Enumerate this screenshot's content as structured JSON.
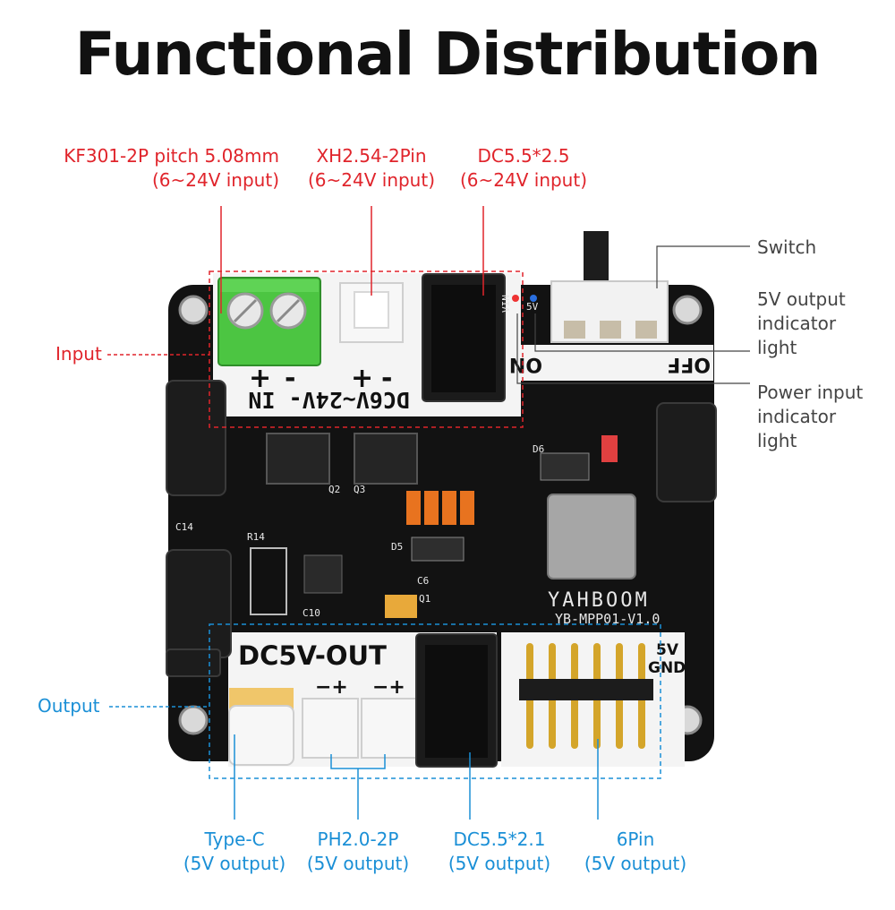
{
  "title": "Functional Distribution",
  "top_labels": [
    {
      "line1": "KF301-2P pitch 5.08mm",
      "line2": "(6~24V input)"
    },
    {
      "line1": "XH2.54-2Pin",
      "line2": "(6~24V input)"
    },
    {
      "line1": "DC5.5*2.5",
      "line2": "(6~24V input)"
    }
  ],
  "side_labels": {
    "input": "Input",
    "output": "Output",
    "switch": "Switch",
    "five_v_indicator": [
      "5V output",
      "indicator",
      "light"
    ],
    "power_indicator": [
      "Power input",
      "indicator",
      "light"
    ]
  },
  "bottom_labels": [
    {
      "line1": "Type-C",
      "line2": "(5V output)"
    },
    {
      "line1": "PH2.0-2P",
      "line2": "(5V output)"
    },
    {
      "line1": "DC5.5*2.1",
      "line2": "(5V output)"
    },
    {
      "line1": "6Pin",
      "line2": "(5V output)"
    }
  ],
  "board": {
    "input_silk": "DC6V~24V- IN",
    "output_silk": "DC5V-OUT",
    "brand": "YAHBOOM",
    "model": "YB-MPP01-V1.0",
    "on": "ON",
    "off": "OFF",
    "pin_5v": "5V",
    "pin_gnd": "GND",
    "plus": "+",
    "minus": "-",
    "minus_plus": "−+",
    "vin": "VIN",
    "five_v": "5V",
    "ref_q2": "Q2",
    "ref_q3": "Q3",
    "ref_c14": "C14",
    "ref_c10": "C10",
    "ref_r14": "R14",
    "ref_d5": "D5",
    "ref_d6": "D6",
    "ref_q1": "Q1",
    "ref_c6": "C6"
  },
  "colors": {
    "red": "#e0242b",
    "blue": "#1a8fd6",
    "pcb": "#111111",
    "terminal_green": "#4cc542"
  }
}
